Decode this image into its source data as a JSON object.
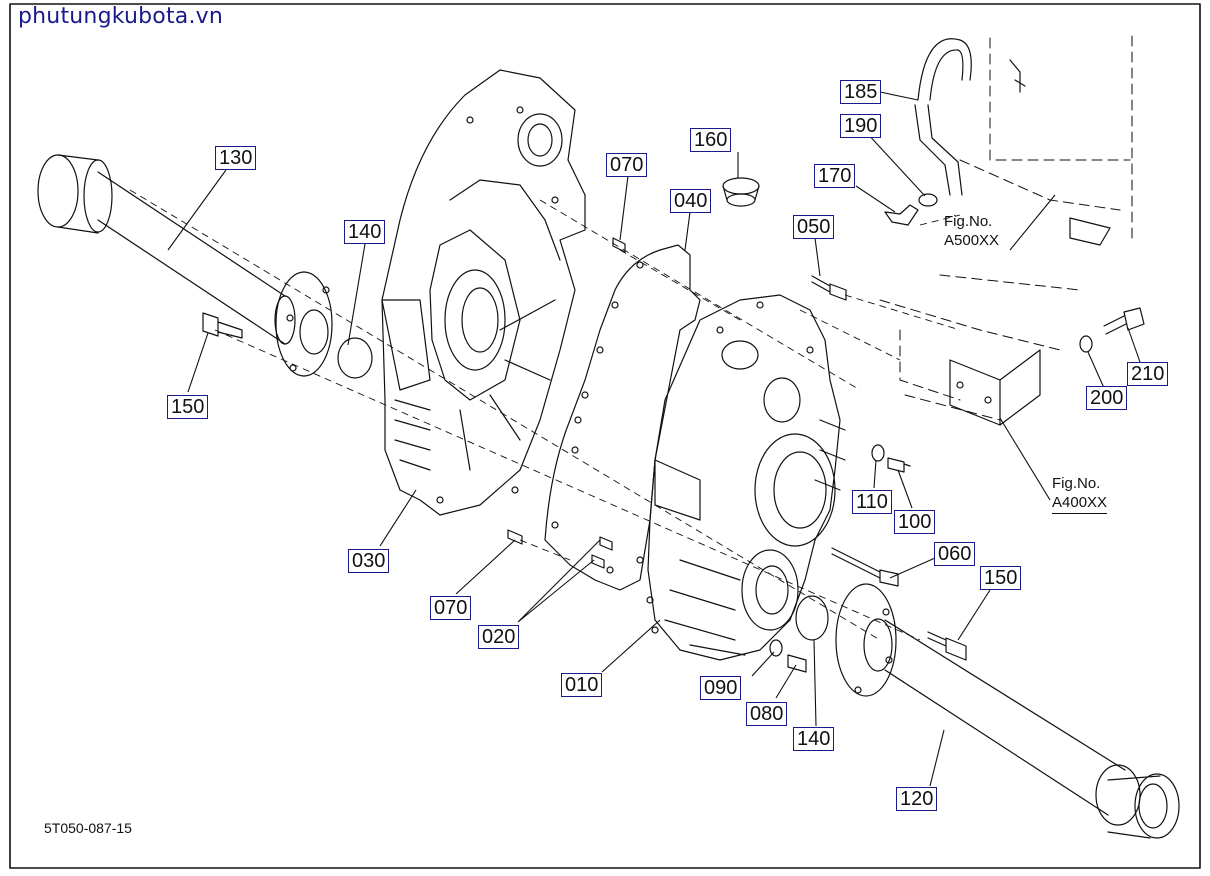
{
  "site_title": "phutungkubota.vn",
  "drawing_code": "5T050-087-15",
  "fig_refs": [
    {
      "line1": "Fig.No.",
      "line2": "A500XX"
    },
    {
      "line1": "Fig.No.",
      "line2": "A400XX"
    }
  ],
  "part_labels": [
    "185",
    "190",
    "160",
    "070",
    "170",
    "040",
    "050",
    "130",
    "140",
    "150",
    "200",
    "210",
    "110",
    "100",
    "030",
    "060",
    "150",
    "070",
    "020",
    "010",
    "090",
    "080",
    "140",
    "120"
  ]
}
